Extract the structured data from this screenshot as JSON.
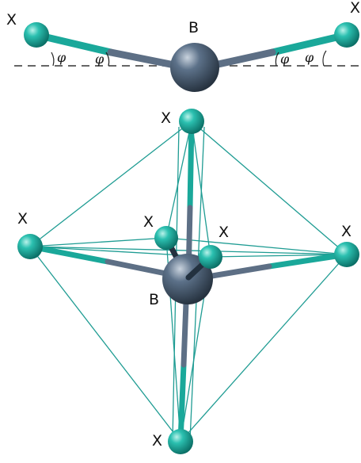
{
  "figure": {
    "top": {
      "label_x_left": "X",
      "label_x_right": "X",
      "label_b": "B",
      "angle_left": "φ",
      "angle_left_2": "φ",
      "angle_right": "φ",
      "angle_right_2": "φ"
    },
    "octahedron": {
      "label_x_top": "X",
      "label_x_left": "X",
      "label_x_right": "X",
      "label_x_back": "X",
      "label_x_front": "X",
      "label_x_bottom": "X",
      "label_b": "B"
    },
    "colors": {
      "x_atom": "#17a898",
      "b_atom": "#4a5f76",
      "bond_x": "#1aa89a",
      "bond_b": "#5d6f85",
      "edge_line": "#1f9c93"
    }
  }
}
